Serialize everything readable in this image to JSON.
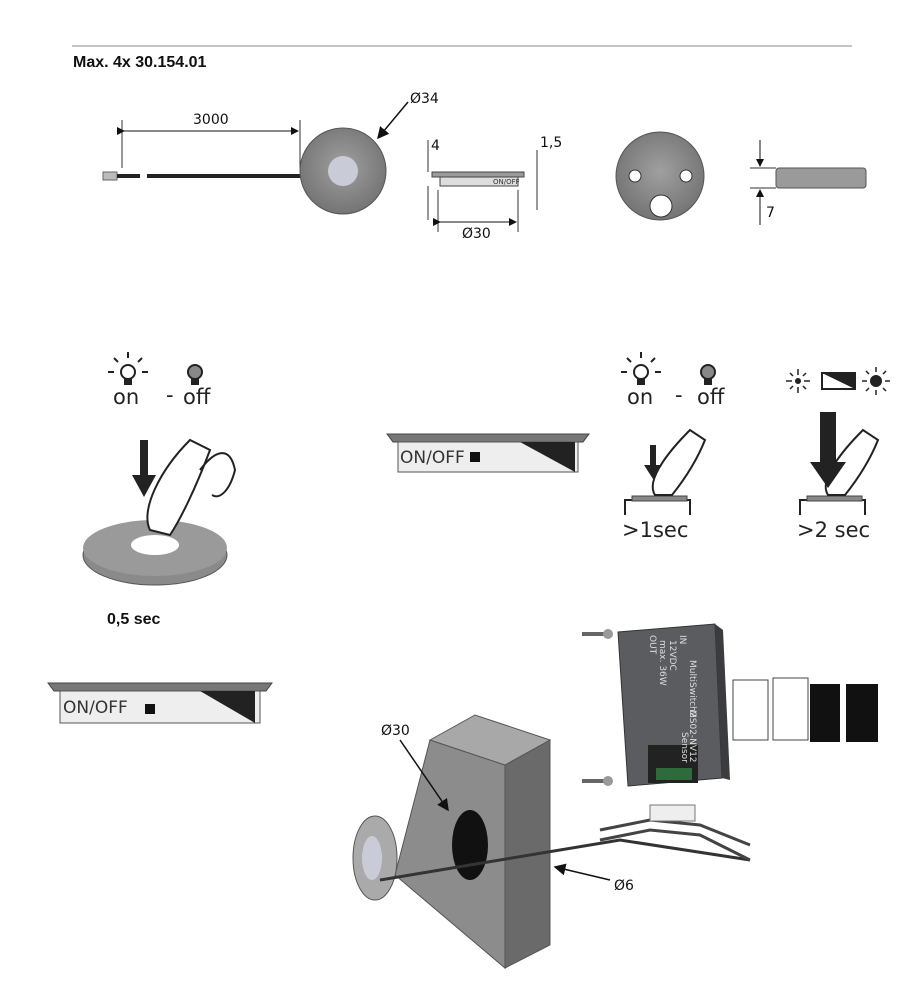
{
  "header": {
    "title": "Max. 4x  30.154.01"
  },
  "dimensions": {
    "cable_length": "3000",
    "outer_diameter": "Ø34",
    "height": "4",
    "rim": "1,5",
    "inner_diameter": "Ø30",
    "depth": "7",
    "hole_diameter": "Ø30",
    "cable_diameter": "Ø6"
  },
  "sensor_label": "ON/OFF",
  "step1": {
    "on": "on",
    "dash": "-",
    "off": "off",
    "switch_label": "ON/OFF",
    "time": "0,5 sec"
  },
  "step2": {
    "switch_label": "ON/OFF"
  },
  "step3": {
    "on": "on",
    "dash": "-",
    "off": "off",
    "time": ">1sec"
  },
  "step4": {
    "time": ">2 sec"
  },
  "device": {
    "brand": "MultiSwitch2",
    "voltage": "12VDC",
    "power": "max. 36W",
    "in": "IN",
    "out": "OUT",
    "model": "MS02-NV12",
    "sensor": "Sensor"
  },
  "colors": {
    "housing": "#8a8a8a",
    "lens": "#c9ccd6",
    "device": "#5a5c60",
    "line": "#222222"
  }
}
